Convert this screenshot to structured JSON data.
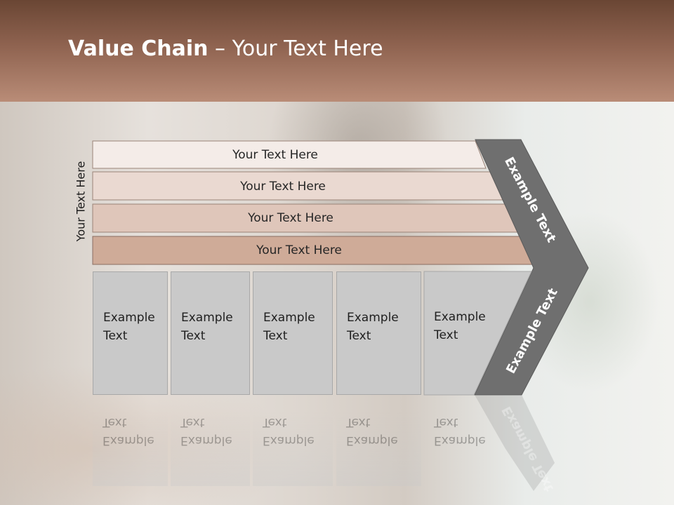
{
  "header": {
    "title_bold": "Value Chain",
    "title_rest": " – Your Text Here"
  },
  "side_label": "Your Text Here",
  "bars": [
    {
      "label": "Your Text Here"
    },
    {
      "label": "Your Text Here"
    },
    {
      "label": "Your Text Here"
    },
    {
      "label": "Your Text Here"
    }
  ],
  "boxes": [
    {
      "line1": "Example",
      "line2": "Text"
    },
    {
      "line1": "Example",
      "line2": "Text"
    },
    {
      "line1": "Example",
      "line2": "Text"
    },
    {
      "line1": "Example",
      "line2": "Text"
    },
    {
      "line1": "Example",
      "line2": "Text"
    }
  ],
  "arrow": {
    "upper_text": "Example Text",
    "lower_text": "Example Text"
  },
  "colors": {
    "header_dark": "#6a4634",
    "bar1": "#f4ece8",
    "bar2": "#ead9d1",
    "bar3": "#dfc6ba",
    "bar4": "#cfab98",
    "box": "#c9c9c9",
    "arrow": "#6f6f6f"
  }
}
